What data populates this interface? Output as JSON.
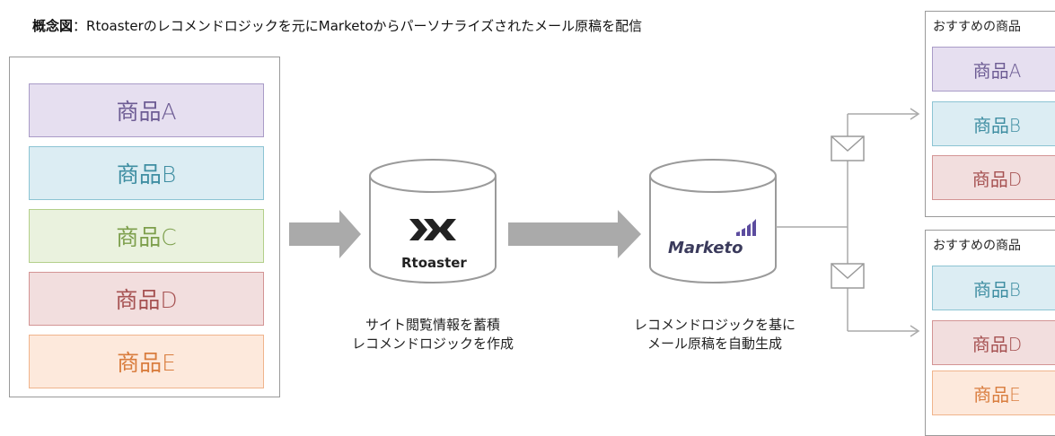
{
  "title": {
    "prefix": "概念図",
    "separator": "：",
    "text": "Rtoasterのレコメンドロジックを元にMarketoからパーソナライズされたメール原稿を配信"
  },
  "source_products": [
    {
      "label": "商品A"
    },
    {
      "label": "商品B"
    },
    {
      "label": "商品C"
    },
    {
      "label": "商品D"
    },
    {
      "label": "商品E"
    }
  ],
  "rtoaster": {
    "name": "Rtoaster",
    "logo_icon": "chevrons-logo-icon",
    "caption_line1": "サイト閲覧情報を蓄積",
    "caption_line2": "レコメンドロジックを作成"
  },
  "marketo": {
    "name": "Marketo",
    "logo_icon": "signal-bars-logo-icon",
    "caption_line1": "レコメンドロジックを基に",
    "caption_line2": "メール原稿を自動生成"
  },
  "recommendations": [
    {
      "title": "おすすめの商品",
      "items": [
        {
          "label": "商品A"
        },
        {
          "label": "商品B"
        },
        {
          "label": "商品D"
        }
      ]
    },
    {
      "title": "おすすめの商品",
      "items": [
        {
          "label": "商品B"
        },
        {
          "label": "商品D"
        },
        {
          "label": "商品E"
        }
      ]
    }
  ],
  "colors": {
    "product_a": "#e6dff0",
    "product_b": "#dcedf3",
    "product_c": "#eaf2de",
    "product_d": "#f2dede",
    "product_e": "#fde9dc",
    "arrow": "#aaaaaa",
    "marketo_purple": "#5c4c9f"
  }
}
